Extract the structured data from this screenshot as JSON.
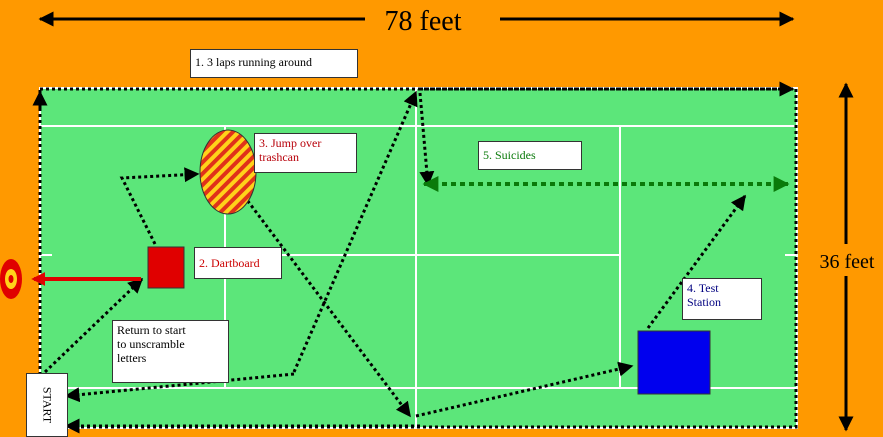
{
  "dimensions": {
    "length": "78 feet",
    "width": "36 feet"
  },
  "stations": {
    "laps": "1. 3 laps running around",
    "dartboard": "2. Dartboard",
    "jump_line1": "3. Jump over",
    "jump_line2": "trashcan",
    "test_line1": "4. Test",
    "test_line2": "Station",
    "suicides": "5. Suicides"
  },
  "return_note": [
    "Return to start",
    "to unscramble",
    "letters"
  ],
  "start_label": "START",
  "colors": {
    "background": "#ff9900",
    "court": "#5ce67a",
    "dartboard": "#e00000",
    "test_station": "#0000ee",
    "suicides": "#0a7a0a",
    "jump_text": "#b8000a",
    "dartboard_text": "#cc0000",
    "test_text": "#000080",
    "hatch_red": "#e0321a",
    "hatch_yellow": "#ffd21a"
  }
}
